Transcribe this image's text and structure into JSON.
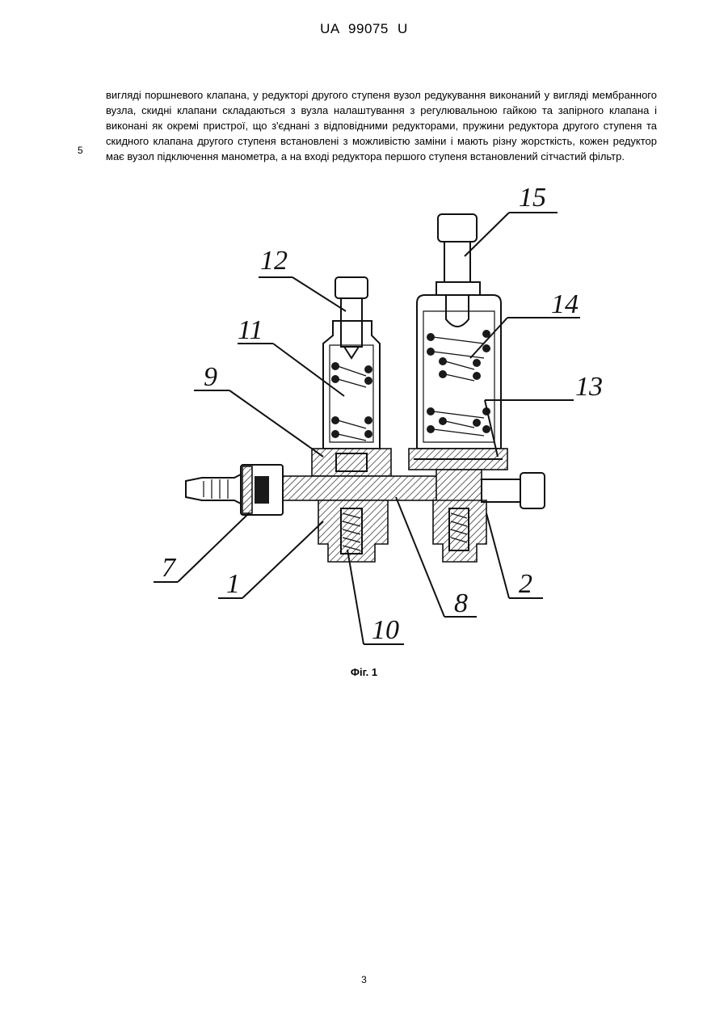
{
  "header": {
    "code": "UA 99075 U"
  },
  "paragraph": "вигляді поршневого клапана, у редукторі другого ступеня вузол редукування виконаний у вигляді мембранного вузла, скидні клапани складаються з вузла налаштування з регулювальною гайкою та запірного клапана і виконані як окремі пристрої, що з'єднані з відповідними редукторами, пружини редуктора другого ступеня та скидного клапана другого ступеня встановлені з можливістю заміни і мають різну жорсткість, кожен редуктор має вузол підключення манометра, а на вході редуктора першого ступеня встановлений сітчастий фільтр.",
  "line_number": "5",
  "figure": {
    "caption": "Фіг. 1",
    "labels": {
      "l1": "1",
      "l2": "2",
      "l7": "7",
      "l8": "8",
      "l9": "9",
      "l10": "10",
      "l11": "11",
      "l12": "12",
      "l13": "13",
      "l14": "14",
      "l15": "15"
    }
  },
  "page_number": "3"
}
